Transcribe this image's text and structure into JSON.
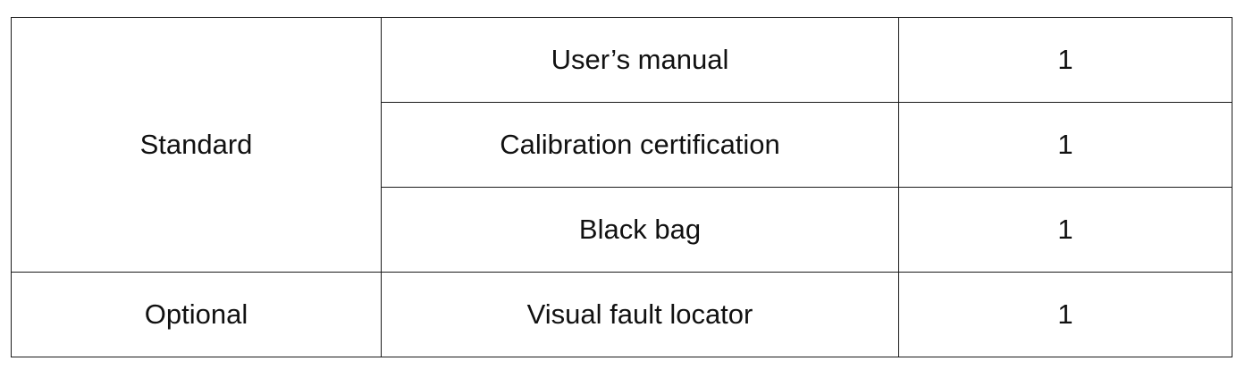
{
  "table": {
    "groups": [
      {
        "category": "Standard",
        "items": [
          {
            "name": "User’s manual",
            "qty": "1"
          },
          {
            "name": "Calibration certification",
            "qty": "1"
          },
          {
            "name": "Black bag",
            "qty": "1"
          }
        ]
      },
      {
        "category": "Optional",
        "items": [
          {
            "name": "Visual fault locator",
            "qty": "1"
          }
        ]
      }
    ]
  }
}
